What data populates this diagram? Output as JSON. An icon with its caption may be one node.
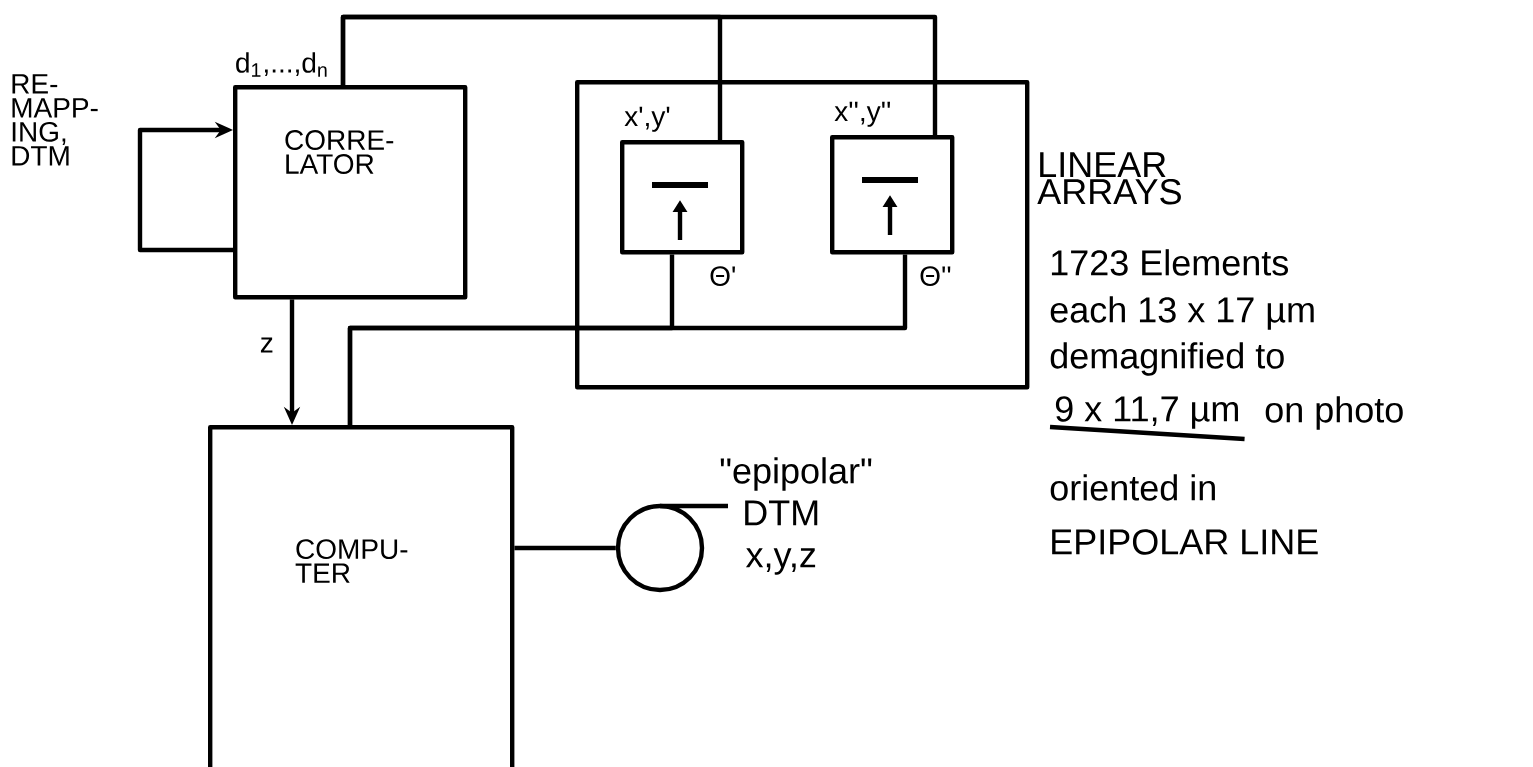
{
  "diagram": {
    "nodes": [
      {
        "text": [
          "CORRE- LATOR"
        ],
        "beside": [
          "d$_{1}$,...,d$_{n}$"
        ]
      },
      {
        "text": [
          "LINEAR ARRAYS"
        ],
        "beside": [
          "1723 Elements",
          "each 13 x 17 µm",
          "demagnified to",
          "9 x 11,7 µm",
          "on photo",
          "oriented in",
          "EPIPOLAR LINE"
        ]
      },
      {
        "text": [
          "x',y'"
        ],
        "beside": [
          "Θ'"
        ],
        "in": 1
      },
      {
        "text": [
          "x'',y''"
        ],
        "beside": [
          "Θ''"
        ],
        "in": 1
      },
      {
        "text": [
          "COMPU- TER"
        ]
      },
      {
        "text": [],
        "shape": "circle",
        "beside": [
          "\"epipolar\" DTM x,y,z"
        ]
      }
    ],
    "edges": [
      {
        "from": 0,
        "to": 0,
        "arrow": "to",
        "label": "RE- MAPP- ING, DTM"
      },
      {
        "from": 0,
        "to": 2,
        "arrow": "none"
      },
      {
        "from": 0,
        "to": 3,
        "arrow": "none"
      },
      {
        "from": 0,
        "to": 4,
        "arrow": "to",
        "label": "z"
      },
      {
        "from": 2,
        "to": 4,
        "arrow": "none"
      },
      {
        "from": 3,
        "to": 4,
        "arrow": "none"
      },
      {
        "from": 4,
        "to": 5,
        "arrow": "none"
      }
    ]
  }
}
